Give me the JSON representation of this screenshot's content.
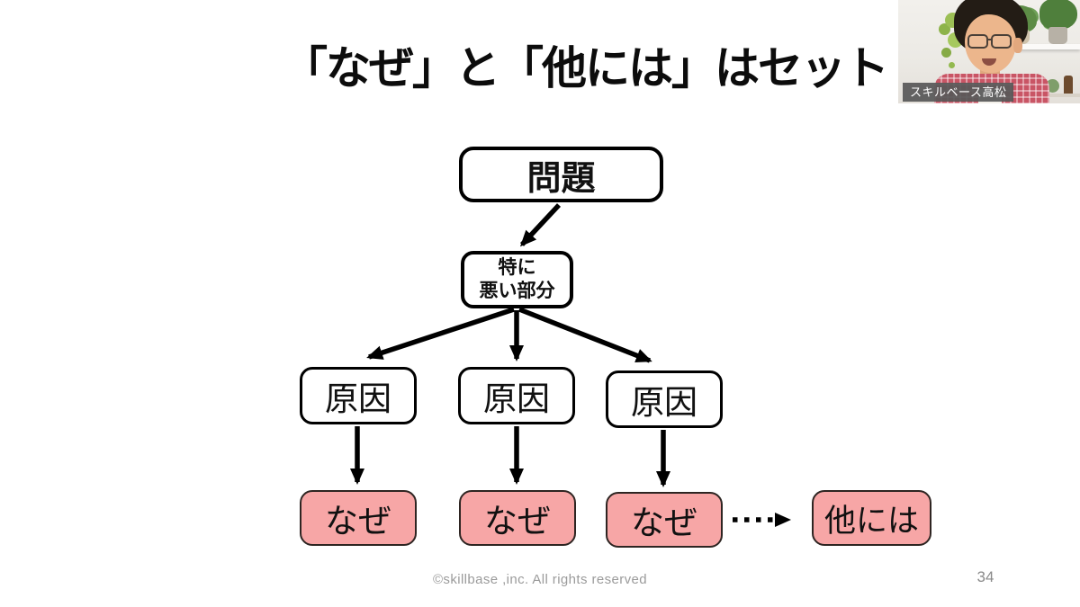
{
  "slide": {
    "title": "「なぜ」と「他には」はセット",
    "footer": {
      "copyright": "©skillbase ,inc. All rights reserved",
      "page_number": "34"
    }
  },
  "diagram": {
    "problem": "問題",
    "bad_part_line1": "特に",
    "bad_part_line2": "悪い部分",
    "causes": [
      "原因",
      "原因",
      "原因"
    ],
    "whys": [
      "なぜ",
      "なぜ",
      "なぜ"
    ],
    "other": "他には",
    "colors": {
      "highlight_fill": "#F7A6A6",
      "highlight_border": "#2e2522",
      "box_border": "#000000",
      "arrow": "#000000"
    }
  },
  "webcam": {
    "name_label": "スキルベース高松"
  }
}
